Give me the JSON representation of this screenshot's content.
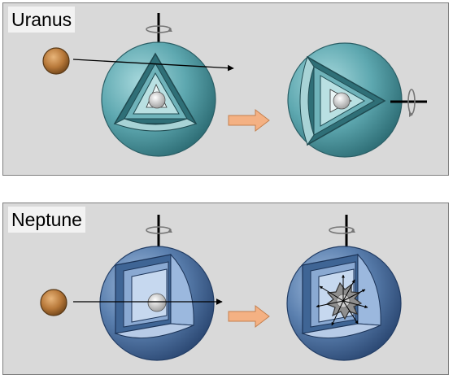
{
  "panels": {
    "uranus": {
      "title": "Uranus"
    },
    "neptune": {
      "title": "Neptune"
    }
  },
  "icons": [
    "rotation-arrow-icon",
    "transition-arrow-icon",
    "impactor-body",
    "core-explosion-icon"
  ],
  "colors": {
    "panel_bg": "#d9d9d9",
    "uranus_mantle": "#5ea8b0",
    "neptune_mantle": "#5a7fae",
    "transition_arrow": "#f4b183",
    "impactor": "#b8793a"
  }
}
